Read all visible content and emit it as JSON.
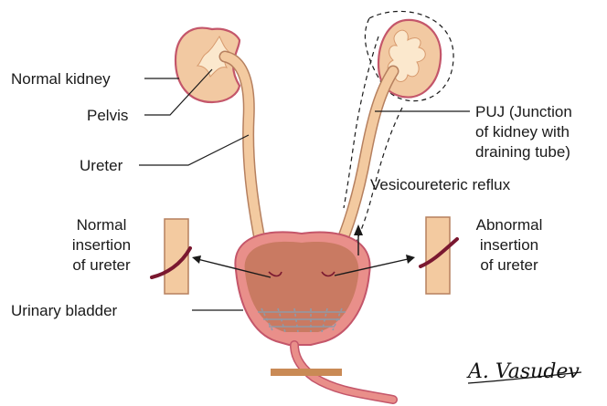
{
  "labels": {
    "normal_kidney": "Normal kidney",
    "pelvis": "Pelvis",
    "ureter": "Ureter",
    "puj_line1": "PUJ (Junction",
    "puj_line2": "of kidney with",
    "puj_line3": "draining tube)",
    "reflux": "Vesicoureteric reflux",
    "normal_insertion_line1": "Normal",
    "normal_insertion_line2": "insertion",
    "normal_insertion_line3": "of ureter",
    "abnormal_insertion_line1": "Abnormal",
    "abnormal_insertion_line2": "insertion",
    "abnormal_insertion_line3": "of ureter",
    "bladder": "Urinary bladder"
  },
  "signature": "A. Vasudev",
  "colors": {
    "kidney_fill": "#f2c9a2",
    "kidney_outline": "#c4566a",
    "pelvis_fill": "#fbe8cd",
    "ureter_fill": "#f3caa0",
    "ureter_outline": "#b6805f",
    "bladder_wall": "#e98f8a",
    "bladder_lumen": "#c97a62",
    "bladder_trigone": "#8f9aa8",
    "ureter_insertion": "#7a1830",
    "urethra": "#e98f8a",
    "stand": "#c98a55"
  }
}
